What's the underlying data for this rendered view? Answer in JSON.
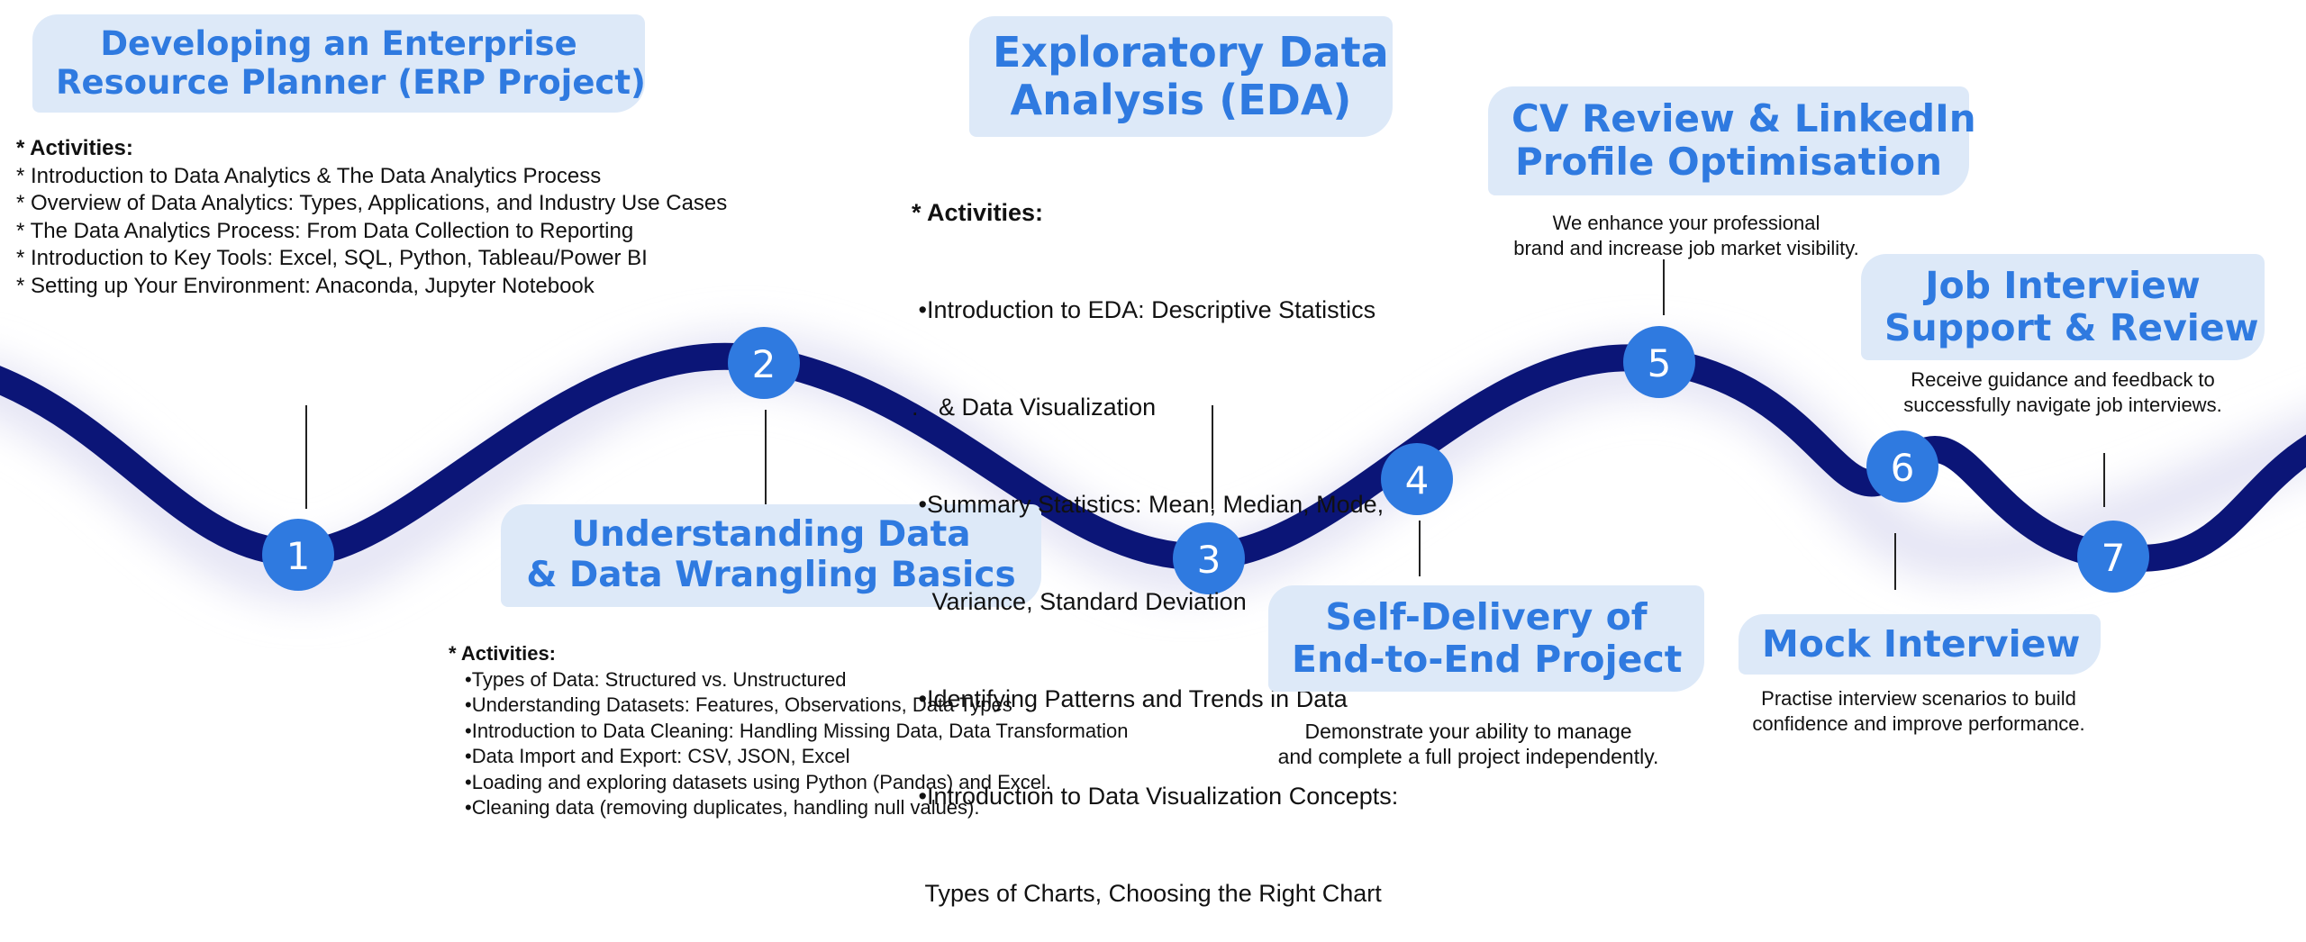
{
  "colors": {
    "accent": "#2f7ae0",
    "wave": "#0b1577",
    "title_bg": "#dde9f8",
    "node": "#2f7ae0"
  },
  "steps": [
    {
      "number": "1",
      "title": [
        "Developing an Enterprise",
        "Resource Planner (ERP Project)"
      ],
      "activities_label": "* Activities:",
      "activities": [
        "* Introduction to Data Analytics & The Data Analytics Process",
        "*  Overview of Data Analytics: Types, Applications, and Industry Use Cases",
        "* The Data Analytics Process: From Data Collection to Reporting",
        "*  Introduction to Key Tools: Excel, SQL, Python, Tableau/Power BI",
        "* Setting up Your Environment: Anaconda, Jupyter Notebook"
      ]
    },
    {
      "number": "2",
      "title": [
        "Understanding Data",
        "& Data Wrangling Basics"
      ],
      "activities_label": "* Activities:",
      "activities": [
        "•Types of Data: Structured vs. Unstructured",
        "•Understanding Datasets: Features, Observations, Data Types",
        "•Introduction to Data Cleaning: Handling Missing Data, Data Transformation",
        "•Data Import and Export: CSV, JSON, Excel",
        "•Loading and exploring datasets using Python (Pandas) and Excel.",
        "•Cleaning data (removing duplicates, handling null values)."
      ]
    },
    {
      "number": "3",
      "title": [
        "Exploratory Data",
        "Analysis (EDA)"
      ],
      "activities_label": "* Activities:",
      "activities": [
        " •Introduction to EDA: Descriptive Statistics",
        ".   & Data Visualization",
        " •Summary Statistics: Mean, Median, Mode,",
        "   Variance, Standard Deviation",
        " •Identifying Patterns and Trends in Data",
        " •Introduction to Data Visualization Concepts:",
        "  Types of Charts, Choosing the Right Chart"
      ]
    },
    {
      "number": "4",
      "title": [
        "Self-Delivery of",
        "End-to-End Project"
      ],
      "description": [
        "Demonstrate your ability to manage",
        "and complete a full project independently."
      ]
    },
    {
      "number": "5",
      "title": [
        "CV Review & LinkedIn",
        "Profile Optimisation"
      ],
      "description": [
        "We enhance your professional",
        "brand and increase job market visibility."
      ]
    },
    {
      "number": "6",
      "title": [
        "Mock Interview"
      ],
      "description": [
        "Practise interview scenarios to build",
        "confidence and improve performance."
      ]
    },
    {
      "number": "7",
      "title": [
        "Job Interview",
        "Support & Review"
      ],
      "description": [
        "Receive guidance and feedback to",
        "successfully navigate job interviews."
      ]
    }
  ]
}
